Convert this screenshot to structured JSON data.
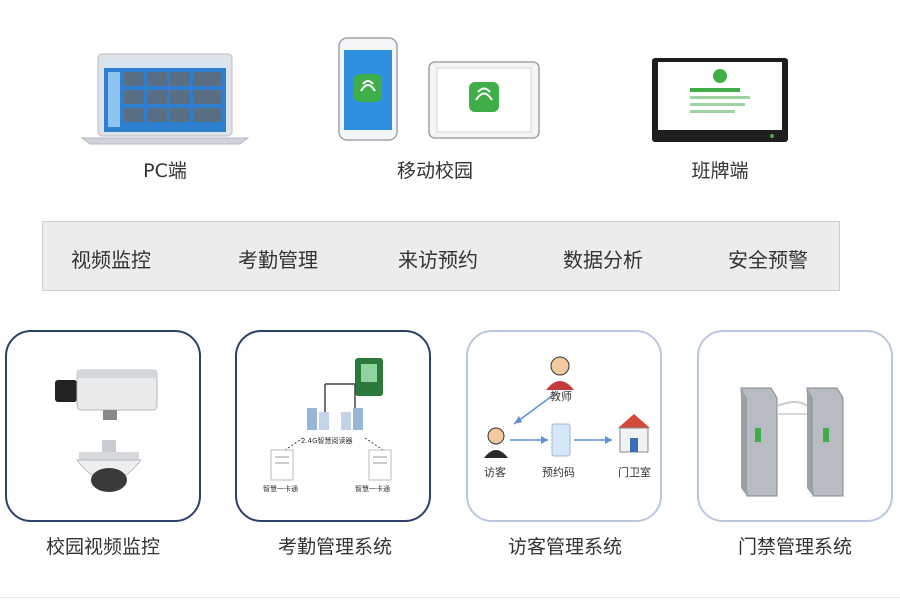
{
  "top_devices": [
    {
      "label": "PC端",
      "icon": "laptop-icon"
    },
    {
      "label": "移动校园",
      "icon": "phone-tablet-icon"
    },
    {
      "label": "班牌端",
      "icon": "class-board-icon"
    }
  ],
  "functions": [
    "视频监控",
    "考勤管理",
    "来访预约",
    "数据分析",
    "安全预警"
  ],
  "systems": [
    {
      "label": "校园视频监控",
      "icon": "camera-icon"
    },
    {
      "label": "考勤管理系统",
      "icon": "attendance-icon"
    },
    {
      "label": "访客管理系统",
      "icon": "visitor-icon"
    },
    {
      "label": "门禁管理系统",
      "icon": "turnstile-icon"
    }
  ],
  "attendance_diagram": {
    "reader_label": "2.4G智慧阅读器",
    "card_left": "智慧一卡通",
    "card_right": "智慧一卡通"
  },
  "visitor_diagram": {
    "teacher": "教师",
    "visitor": "访客",
    "code": "预约码",
    "guard": "门卫室"
  },
  "colors": {
    "app_green": "#3fae49",
    "card_border_dark": "#2d3f6b",
    "card_border_light": "#b9c7e0",
    "arrow_blue": "#5b8fd6",
    "bar_bg": "#ececec"
  }
}
